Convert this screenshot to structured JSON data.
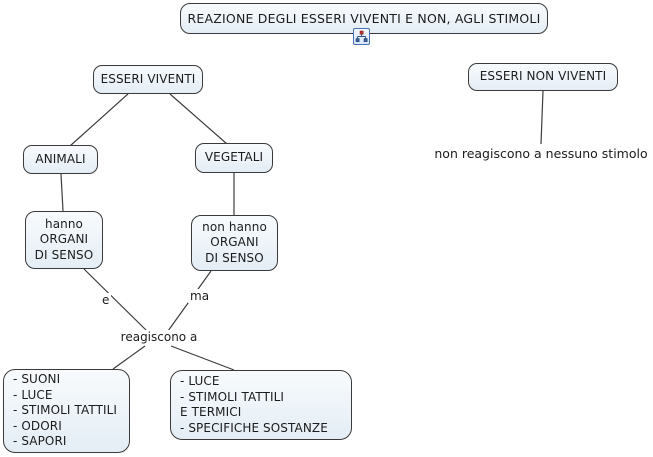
{
  "map": {
    "background": "#ffffff",
    "line_color": "#3d3d3d",
    "node_fill_top": "#f8fbfd",
    "node_fill_bottom": "#e4edf5",
    "node_border": "#3a3a3a",
    "text_color": "#1c1c1c",
    "icon_border": "#4a72b8"
  },
  "nodes": {
    "title": {
      "label": "REAZIONE DEGLI ESSERI VIVENTI E NON, AGLI STIMOLI"
    },
    "esseri_viventi": {
      "label": "ESSERI VIVENTI"
    },
    "esseri_non_viventi": {
      "label": "ESSERI NON VIVENTI"
    },
    "animali": {
      "label": "ANIMALI"
    },
    "vegetali": {
      "label": "VEGETALI"
    },
    "hanno_organi": {
      "label": "hanno\nORGANI\nDI SENSO"
    },
    "non_hanno_organi": {
      "label": "non hanno\nORGANI\nDI SENSO"
    },
    "stimoli_animali": {
      "label": "- SUONI\n- LUCE\n- STIMOLI TATTILI\n- ODORI\n- SAPORI"
    },
    "stimoli_vegetali": {
      "label": "- LUCE\n- STIMOLI TATTILI\n  E TERMICI\n- SPECIFICHE SOSTANZE"
    }
  },
  "link_labels": {
    "e": "e",
    "ma": "ma",
    "reagiscono_a": "reagiscono a",
    "non_reagiscono": "non reagiscono a nessuno stimolo"
  },
  "icons": {
    "resource": "cmap-resource-tree-icon"
  }
}
